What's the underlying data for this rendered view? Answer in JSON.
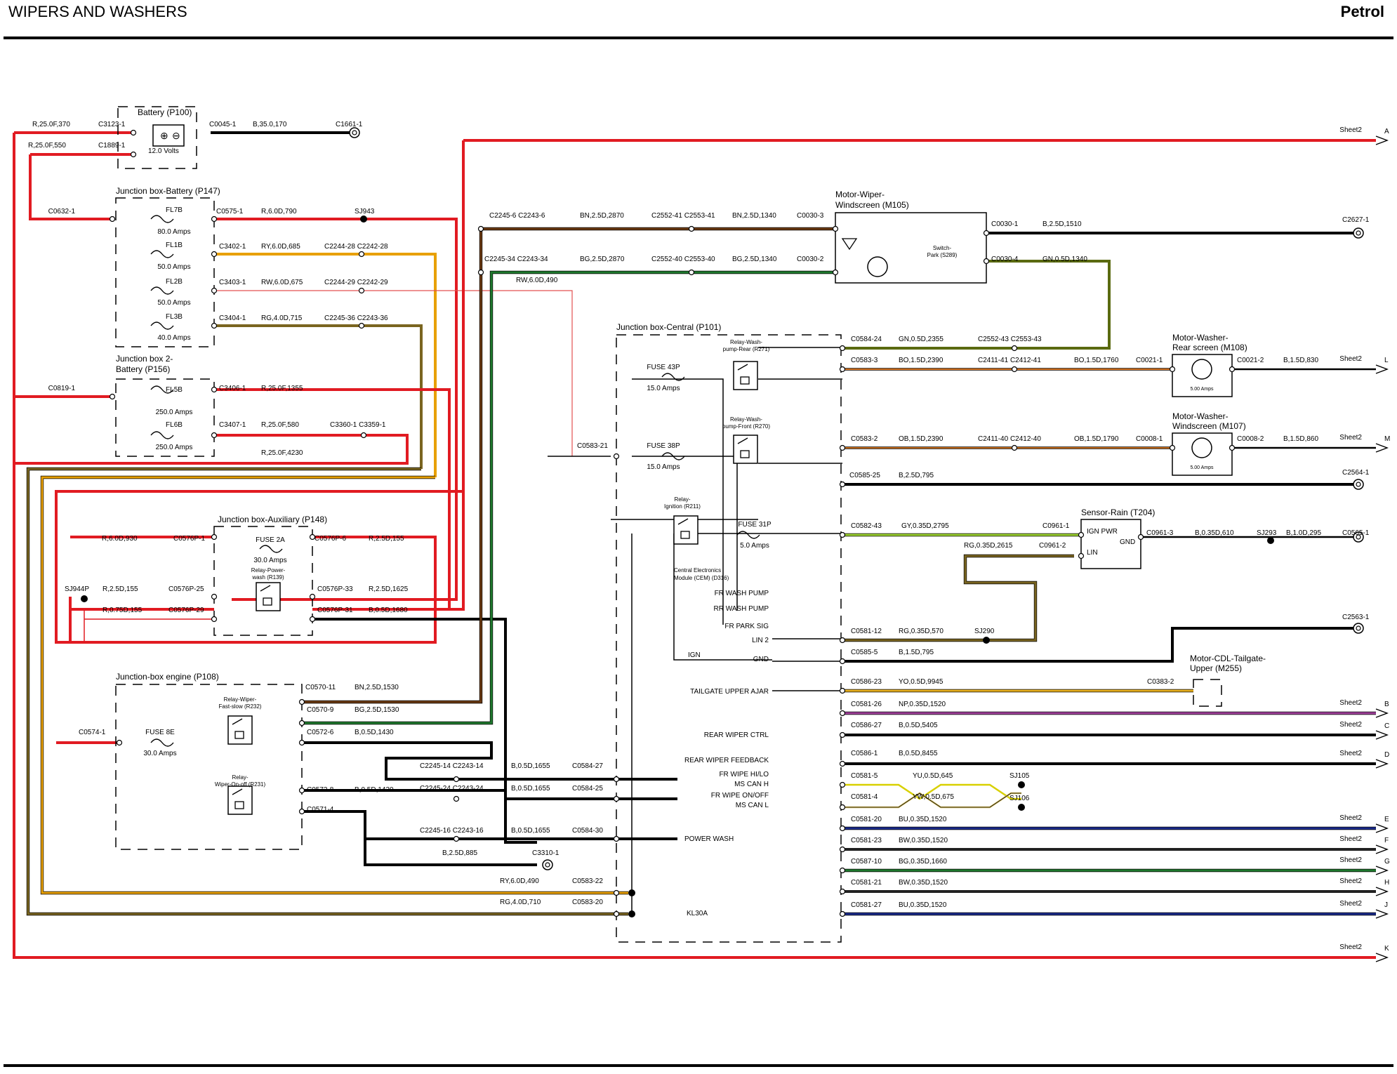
{
  "header": {
    "title": "WIPERS AND WASHERS",
    "variant": "Petrol"
  },
  "colors": {
    "R": "#e11b22",
    "B": "#000000",
    "BN": "#6b3a12",
    "BG": "#1f7a2e",
    "GN": "#5a6a10",
    "RY": "#e8a000",
    "RG": "#7a6520",
    "RW": "#e35050",
    "BO": "#d07020",
    "OB": "#c06818",
    "GY": "#9bd030",
    "YO": "#e8b020",
    "NP": "#a0409a",
    "BU": "#1a2a8a",
    "BW": "#222222",
    "YU": "#d8d000",
    "YW": "#d8c060"
  },
  "components": {
    "battery": {
      "name": "Battery (P100)",
      "voltage": "12.0 Volts",
      "c_pos": "C3123-1",
      "c_neg": "C1889-1",
      "c_ground": "C0045-1",
      "wire_ground": "B,35.0,170",
      "ground": "C1661-1",
      "wire_a": "R,25.0F,370",
      "wire_b": "R,25.0F,550"
    },
    "jb_battery": {
      "name": "Junction box-Battery (P147)",
      "fl7b": "FL7B",
      "fl7b_a": "80.0 Amps",
      "fl1b": "FL1B",
      "fl1b_a": "50.0 Amps",
      "fl2b": "FL2B",
      "fl2b_a": "50.0 Amps",
      "fl3b": "FL3B",
      "fl3b_a": "40.0 Amps"
    },
    "jb2": {
      "name1": "Junction box 2-",
      "name2": "Battery (P156)",
      "fl5b": "FL5B",
      "fl5b_a": "250.0 Amps",
      "fl6b": "FL6B",
      "fl6b_a": "250.0 Amps"
    },
    "jb_aux": {
      "name": "Junction box-Auxiliary (P148)",
      "fuse": "FUSE 2A",
      "fuse_a": "30.0 Amps",
      "relay1": "Relay-Power-",
      "relay2": "wash (R139)"
    },
    "jb_engine": {
      "name": "Junction-box engine (P108)",
      "fuse": "FUSE 8E",
      "fuse_a": "30.0 Amps",
      "r1a": "Relay-Wiper-",
      "r1b": "Fast-slow (R232)",
      "r2a": "Relay-",
      "r2b": "Wiper-On-off (R231)"
    },
    "jb_central": {
      "name": "Junction box-Central (P101)",
      "rr1": "Relay-Wash-",
      "rr2": "pump-Rear (R271)",
      "rf1": "Relay-Wash-",
      "rf2": "pump-Front (R270)",
      "f43": "FUSE 43P",
      "f43_a": "15.0 Amps",
      "f38": "FUSE 38P",
      "f38_a": "15.0 Amps",
      "ri1": "Relay-",
      "ri2": "Ignition (R211)",
      "f31": "FUSE 31P",
      "f31_a": "5.0 Amps"
    },
    "cem": {
      "name1": "Central Electronics",
      "name2": "Module (CEM) (D316)"
    },
    "motor_wiper": {
      "name1": "Motor-Wiper-",
      "name2": "Windscreen (M105)",
      "sw1": "Switch-",
      "sw2": "Park (S289)"
    },
    "motor_rear": {
      "name1": "Motor-Washer-",
      "name2": "Rear screen (M108)",
      "amps": "5.00 Amps"
    },
    "motor_front": {
      "name1": "Motor-Washer-",
      "name2": "Windscreen (M107)",
      "amps": "5.00 Amps"
    },
    "rain": {
      "name": "Sensor-Rain (T204)",
      "ign": "IGN PWR",
      "gnd": "GND",
      "lin": "LIN"
    },
    "tailgate": {
      "name1": "Motor-CDL-Tailgate-",
      "name2": "Upper (M255)"
    }
  },
  "labels": {
    "c0632": "C0632-1",
    "c0575": "C0575-1",
    "w0575": "R,6.0D,790",
    "sj943": "SJ943",
    "c3402": "C3402-1",
    "w3402": "RY,6.0D,685",
    "c2244_28": "C2244-28 C2242-28",
    "c3403": "C3403-1",
    "w3403": "RW,6.0D,675",
    "c2244_29": "C2244-29 C2242-29",
    "c3404": "C3404-1",
    "w3404": "RG,4.0D,715",
    "c2245_36": "C2245-36 C2243-36",
    "c0819": "C0819-1",
    "c3406": "C3406-1",
    "w3406": "R,25.0F,1355",
    "c3407": "C3407-1",
    "w3407": "R,25.0F,580",
    "c3360": "C3360-1 C3359-1",
    "w4230": "R,25.0F,4230",
    "w930": "R,6.0D,930",
    "c0576p1": "C0576P-1",
    "c0576p6": "C0576P-6",
    "w155a": "R,2.5D,155",
    "sj944p": "SJ944P",
    "w155b": "R,2.5D,155",
    "c0576p25": "C0576P-25",
    "c0576p33": "C0576P-33",
    "w1625": "R,2.5D,1625",
    "w155c": "R,0.75D,155",
    "c0576p29": "C0576P-29",
    "c0576p31": "C0576P-31",
    "w1680": "B,0.5D,1680",
    "c0574": "C0574-1",
    "c0570_11": "C0570-11",
    "w1530a": "BN,2.5D,1530",
    "c0570_9": "C0570-9",
    "w1530b": "BG,2.5D,1530",
    "c0572_6": "C0572-6",
    "w1430a": "B,0.5D,1430",
    "c0572_8": "C0572-8",
    "w1430b": "B,0.5D,1430",
    "c0571_4": "C0571-4",
    "c2245_14": "C2245-14 C2243-14",
    "w1655a": "B,0.5D,1655",
    "c0584_27": "C0584-27",
    "c2245_24": "C2245-24 C2243-24",
    "w1655b": "B,0.5D,1655",
    "c0584_25": "C0584-25",
    "c2245_16": "C2245-16 C2243-16",
    "w1655c": "B,0.5D,1655",
    "c0584_30": "C0584-30",
    "w885": "B,2.5D,885",
    "c3310": "C3310-1",
    "w490": "RY,6.0D,490",
    "c0583_22": "C0583-22",
    "w710": "RG,4.0D,710",
    "c0583_20": "C0583-20",
    "c2245_6": "C2245-6 C2243-6",
    "w2870a": "BN,2.5D,2870",
    "c2552_41": "C2552-41 C2553-41",
    "w1340a": "BN,2.5D,1340",
    "c0030_3": "C0030-3",
    "c2245_34": "C2245-34 C2243-34",
    "w2870b": "BG,2.5D,2870",
    "c2552_40": "C2552-40 C2553-40",
    "w1340b": "BG,2.5D,1340",
    "c0030_2": "C0030-2",
    "w490rw": "RW,6.0D,490",
    "c0583_21": "C0583-21",
    "c0030_1": "C0030-1",
    "w1510": "B,2.5D,1510",
    "c2627": "C2627-1",
    "c0030_4": "C0030-4",
    "w1340c": "GN,0.5D,1340",
    "c0584_24": "C0584-24",
    "w2355": "GN,0.5D,2355",
    "c2552_43": "C2552-43 C2553-43",
    "c0583_3": "C0583-3",
    "w2390a": "BO,1.5D,2390",
    "c2411_41": "C2411-41 C2412-41",
    "w1760": "BO,1.5D,1760",
    "c0021_1": "C0021-1",
    "c0021_2": "C0021-2",
    "w830": "B,1.5D,830",
    "c0583_2": "C0583-2",
    "w2390b": "OB,1.5D,2390",
    "c2411_40": "C2411-40 C2412-40",
    "w1790": "OB,1.5D,1790",
    "c0008_1": "C0008-1",
    "c0008_2": "C0008-2",
    "w860": "B,1.5D,860",
    "c0585_25": "C0585-25",
    "w795a": "B,2.5D,795",
    "c2564": "C2564-1",
    "c0582_43": "C0582-43",
    "w2795": "GY,0.35D,2795",
    "c0961_1": "C0961-1",
    "c0961_3": "C0961-3",
    "w610": "B,0.35D,610",
    "sj293": "SJ293",
    "w295": "B,1.0D,295",
    "c0565": "C0565-1",
    "w2615": "RG,0.35D,2615",
    "c0961_2": "C0961-2",
    "c0581_12": "C0581-12",
    "w570": "RG,0.35D,570",
    "sj290": "SJ290",
    "c0585_5": "C0585-5",
    "w795b": "B,1.5D,795",
    "c2563": "C2563-1",
    "c0586_23": "C0586-23",
    "w9945": "YO,0.5D,9945",
    "c0383_2": "C0383-2",
    "c0581_26": "C0581-26",
    "w1520a": "NP,0.35D,1520",
    "c0586_27": "C0586-27",
    "w5405": "B,0.5D,5405",
    "c0586_1": "C0586-1",
    "w8455": "B,0.5D,8455",
    "c0581_5": "C0581-5",
    "w645": "YU,0.5D,645",
    "sj105": "SJ105",
    "c0581_4": "C0581-4",
    "w675": "YW,0.5D,675",
    "sj106": "SJ106",
    "c0581_20": "C0581-20",
    "w1520b": "BU,0.35D,1520",
    "c0581_23": "C0581-23",
    "w1520c": "BW,0.35D,1520",
    "c0587_10": "C0587-10",
    "w1660": "BG,0.35D,1660",
    "c0581_21": "C0581-21",
    "w1520d": "BW,0.35D,1520",
    "c0581_27": "C0581-27",
    "w1520e": "BU,0.35D,1520"
  },
  "cem_pins": {
    "fr_wash": "FR WASH PUMP",
    "rr_wash": "RR WASH PUMP",
    "fr_park": "FR PARK SIG",
    "lin2": "LIN 2",
    "ign": "IGN",
    "gnd": "GND",
    "tailgate": "TAILGATE UPPER AJAR",
    "rear_ctrl": "REAR WIPER CTRL",
    "rear_fb": "REAR WIPER FEEDBACK",
    "hilo": "FR WIPE HI/LO",
    "canh": "MS CAN H",
    "onoff": "FR WIPE ON/OFF",
    "canl": "MS CAN L",
    "power_wash": "POWER WASH",
    "kl30a": "KL30A"
  },
  "sheet_refs": {
    "sheet": "Sheet2",
    "A": "A",
    "B": "B",
    "C": "C",
    "D": "D",
    "E": "E",
    "F": "F",
    "G": "G",
    "H": "H",
    "J": "J",
    "K": "K",
    "L": "L",
    "M": "M"
  }
}
